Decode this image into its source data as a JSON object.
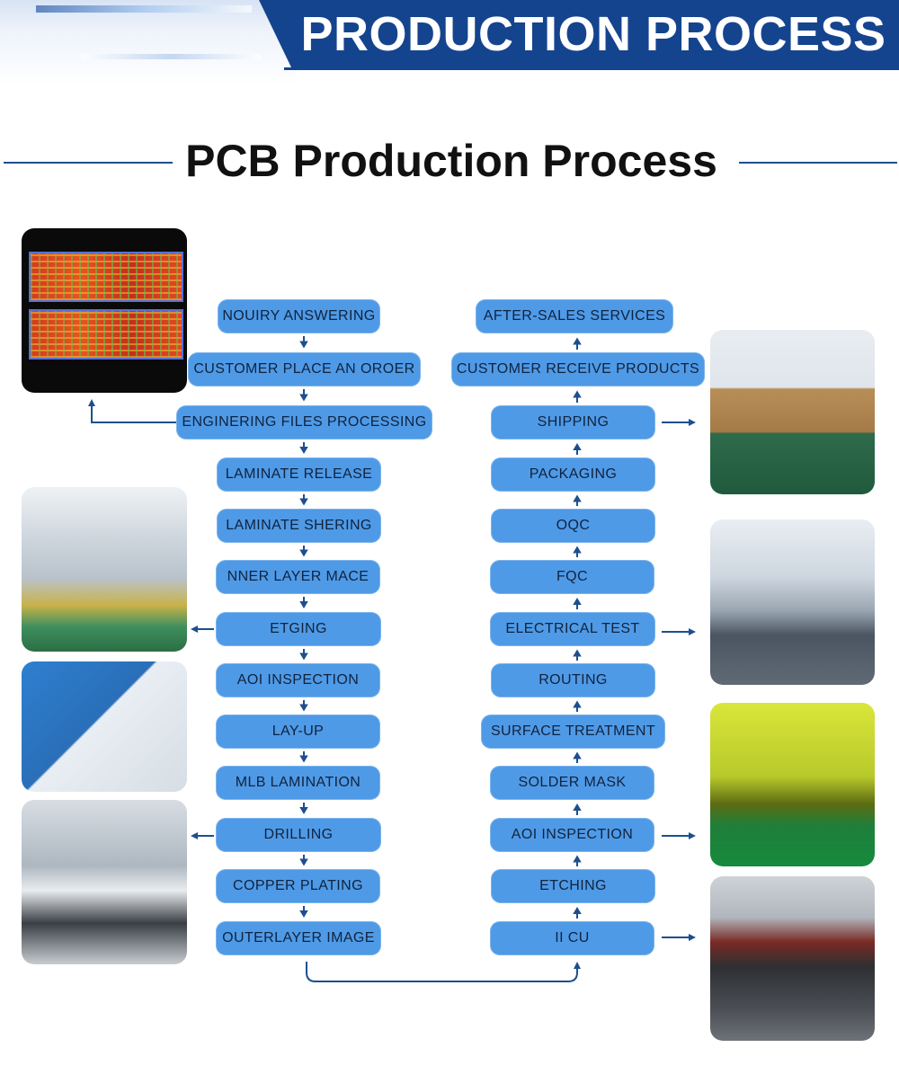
{
  "header": {
    "banner_title": "PRODUCTION PROCESS"
  },
  "section": {
    "title": "PCB Production Process"
  },
  "left_steps": [
    "NOUIRY ANSWERING",
    "CUSTOMER PLACE AN OROER",
    "ENGINERING FILES PROCESSING",
    "LAMINATE RELEASE",
    "LAMINATE SHERING",
    "NNER LAYER MACE",
    "ETGING",
    "AOI INSPECTION",
    "LAY-UP",
    "MLB LAMINATION",
    "DRILLING",
    "COPPER PLATING",
    "OUTERLAYER IMAGE"
  ],
  "right_steps": [
    "AFTER-SALES SERVICES",
    "CUSTOMER RECEIVE PRODUCTS",
    "SHIPPING",
    "PACKAGING",
    "OQC",
    "FQC",
    "ELECTRICAL TEST",
    "ROUTING",
    "SURFACE TREATMENT",
    "SOLDER MASK",
    "AOI INSPECTION",
    "ETCHING",
    "II CU"
  ],
  "colors": {
    "node": "#4f9ae6",
    "node_text": "#10233f",
    "arrow": "#1d4f8f",
    "banner": "#15448f"
  },
  "photos": [
    "pcb-board-photo",
    "warehouse-boxes-photo",
    "production-line-photo",
    "factory-floor-photo",
    "aoi-operator-photo",
    "yellow-room-photo",
    "drilling-machines-photo",
    "plating-line-photo"
  ]
}
